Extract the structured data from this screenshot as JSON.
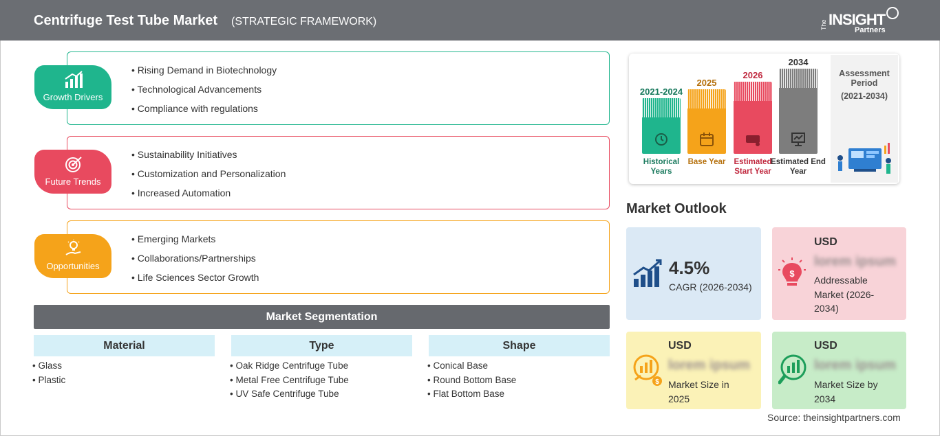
{
  "header": {
    "title": "Centrifuge Test Tube Market",
    "subtitle": "(STRATEGIC FRAMEWORK)",
    "logo": {
      "the": "The",
      "insight": "INSIGHT",
      "partners": "Partners"
    }
  },
  "framework": [
    {
      "label": "Growth Drivers",
      "color": "#1fb58d",
      "items": [
        "Rising Demand in Biotechnology",
        "Technological Advancements",
        "Compliance with regulations"
      ]
    },
    {
      "label": "Future Trends",
      "color": "#e84a5f",
      "items": [
        "Sustainability Initiatives",
        "Customization and Personalization",
        "Increased Automation"
      ]
    },
    {
      "label": "Opportunities",
      "color": "#f5a31a",
      "items": [
        "Emerging Markets",
        "Collaborations/Partnerships",
        "Life Sciences Sector Growth"
      ]
    }
  ],
  "segmentation": {
    "title": "Market Segmentation",
    "columns": [
      {
        "header": "Material",
        "items": [
          "Glass",
          "Plastic"
        ]
      },
      {
        "header": "Type",
        "items": [
          "Oak Ridge Centrifuge Tube",
          "Metal Free Centrifuge Tube",
          "UV Safe Centrifuge Tube"
        ]
      },
      {
        "header": "Shape",
        "items": [
          "Conical Base",
          "Round Bottom Base",
          "Flat Bottom Base"
        ]
      }
    ]
  },
  "timeline": {
    "bars": [
      {
        "year": "2021-2024",
        "label": "Historical Years",
        "color": "#1fb58d",
        "year_color": "#1a7a5e",
        "icon": "history-icon"
      },
      {
        "year": "2025",
        "label": "Base Year",
        "color": "#f5a31a",
        "year_color": "#b5700c",
        "icon": "calendar-icon"
      },
      {
        "year": "2026",
        "label": "Estimated Start Year",
        "color": "#e84a5f",
        "year_color": "#c0283e",
        "icon": "projector-icon"
      },
      {
        "year": "2034",
        "label": "Estimated End Year",
        "color": "#7d7d7d",
        "year_color": "#333333",
        "icon": "presentation-icon"
      }
    ],
    "assessment_label": "Assessment Period",
    "assessment_range": "(2021-2034)"
  },
  "outlook": {
    "title": "Market Outlook",
    "cagr": {
      "value": "4.5%",
      "label": "CAGR (2026-2034)",
      "color": "#dbe9f5",
      "icon": "growth-chart-icon"
    },
    "addressable": {
      "currency": "USD",
      "value": "lorem ipsum",
      "label": "Addressable Market (2026-2034)",
      "color": "#f8d3d8",
      "icon": "idea-dollar-icon"
    },
    "size_2025": {
      "currency": "USD",
      "value": "lorem ipsum",
      "label": "Market Size in 2025",
      "color": "#fbf2b7",
      "icon": "money-chart-icon"
    },
    "size_2034": {
      "currency": "USD",
      "value": "lorem ipsum",
      "label": "Market Size by 2034",
      "color": "#c7ecc8",
      "icon": "bar-search-icon"
    }
  },
  "source": "Source: theinsightpartners.com"
}
